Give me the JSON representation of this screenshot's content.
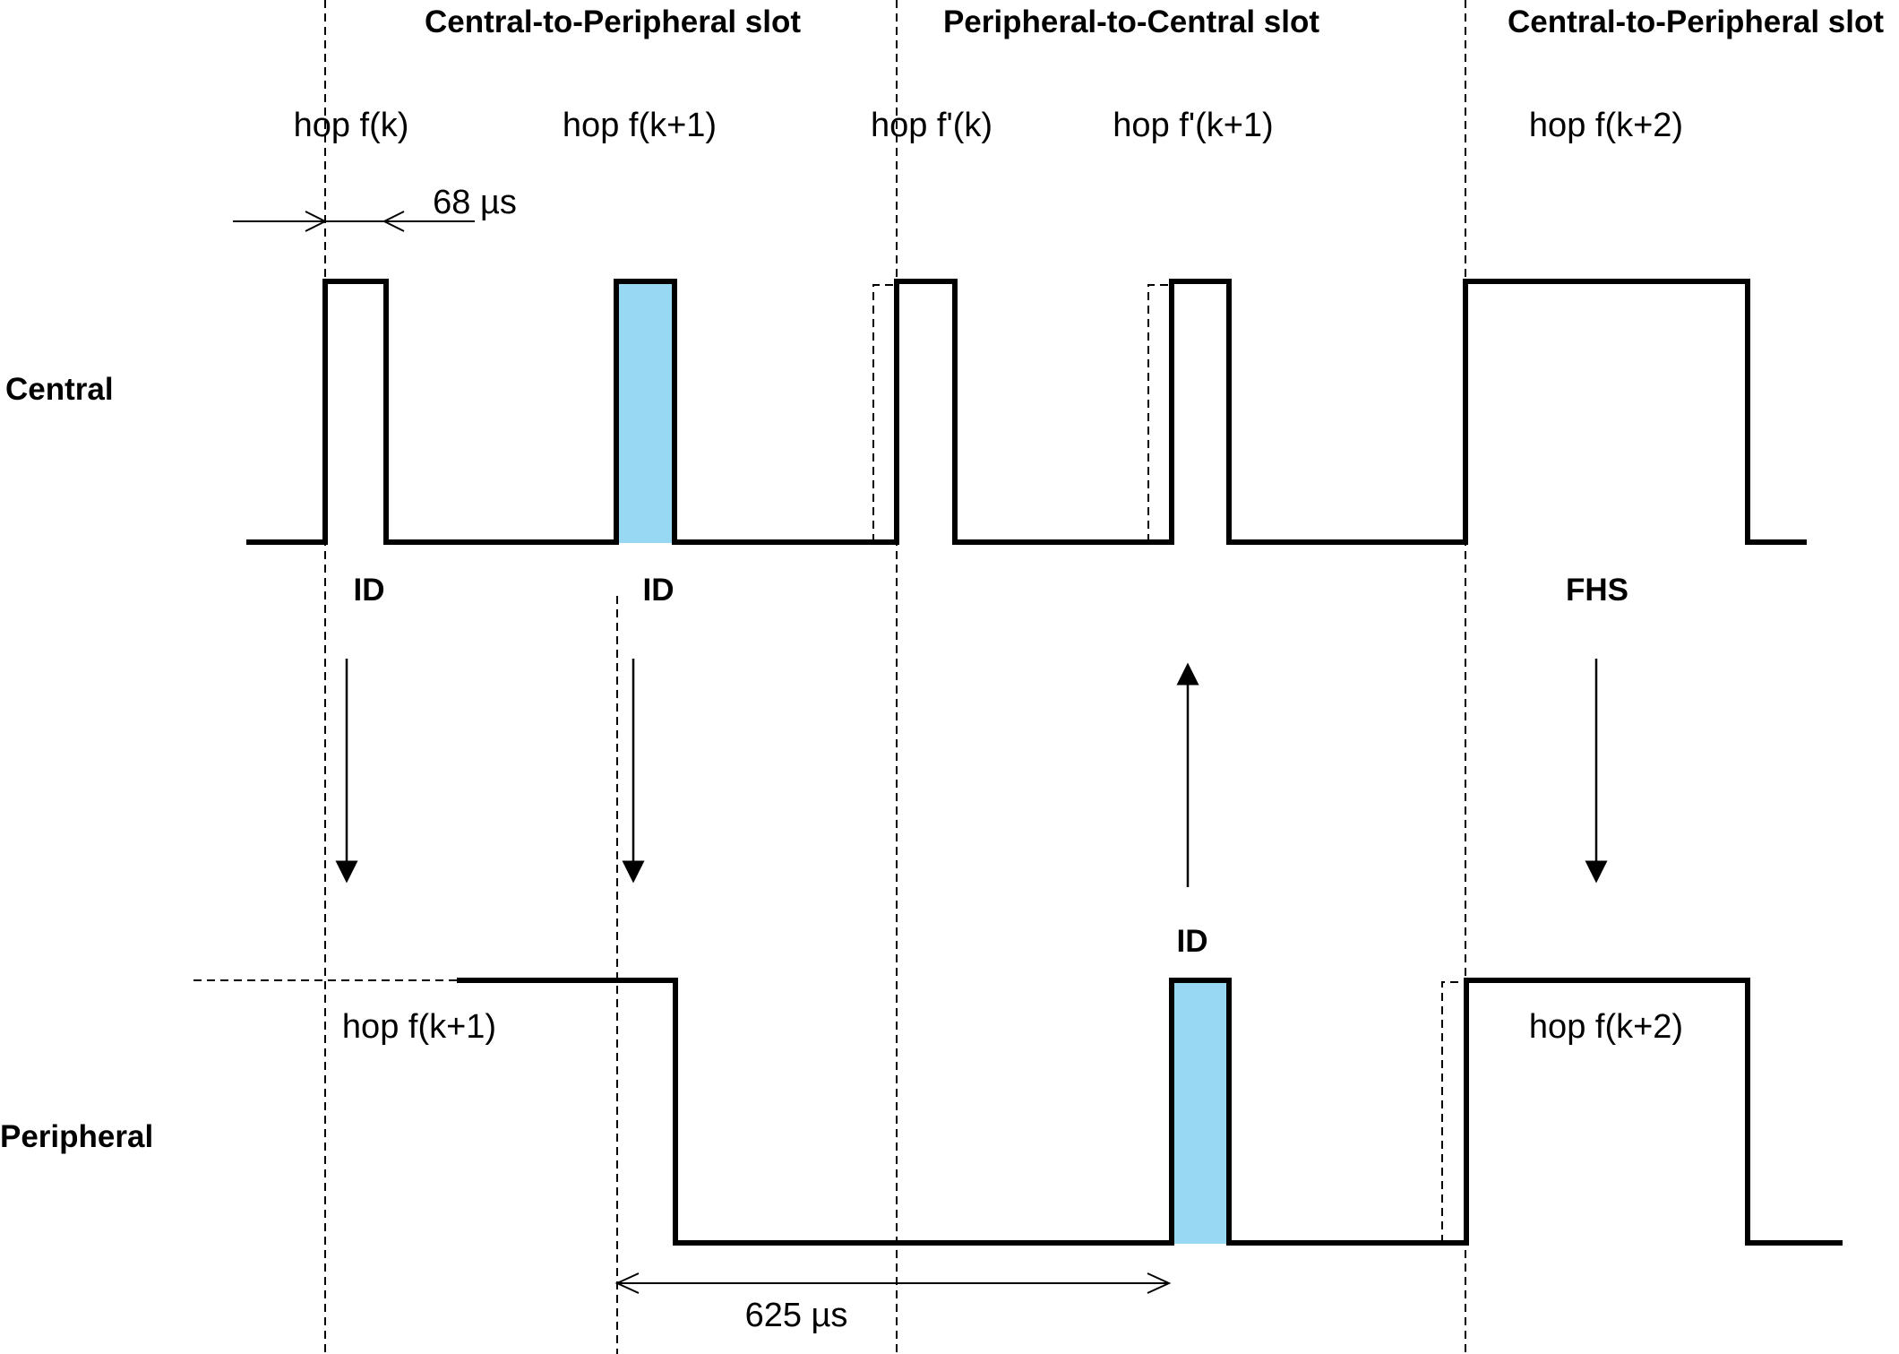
{
  "slot_headers": [
    "Central-to-Peripheral slot",
    "Peripheral-to-Central slot",
    "Central-to-Peripheral slot"
  ],
  "hops_top": [
    "hop f(k)",
    "hop f(k+1)",
    "hop f'(k)",
    "hop f'(k+1)",
    "hop f(k+2)"
  ],
  "hops_bottom": [
    "hop f(k+1)",
    "hop f(k+2)"
  ],
  "row_labels": {
    "central": "Central",
    "peripheral": "Peripheral"
  },
  "packet_labels": {
    "central": [
      "ID",
      "ID",
      "FHS"
    ],
    "peripheral": [
      "ID"
    ]
  },
  "timing": {
    "offset": "68 µs",
    "slot": "625 µs"
  },
  "colors": {
    "highlight": "#99d8f2",
    "line": "#000000"
  }
}
